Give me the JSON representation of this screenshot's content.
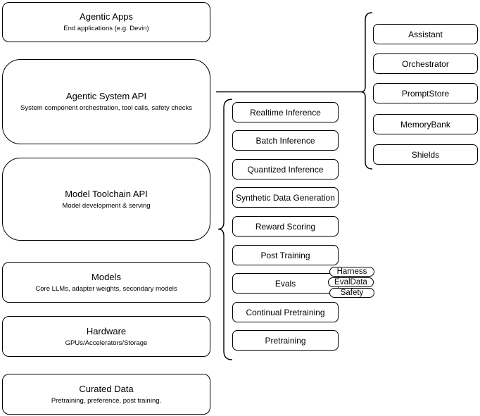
{
  "diagram": {
    "stack": [
      {
        "title": "Agentic Apps",
        "subtitle": "End applications (e.g. Devin)"
      },
      {
        "title": "Agentic System API",
        "subtitle": "System component orchestration, tool calls, safety checks"
      },
      {
        "title": "Model Toolchain API",
        "subtitle": "Model development & serving"
      },
      {
        "title": "Models",
        "subtitle": "Core LLMs, adapter weights, secondary models"
      },
      {
        "title": "Hardware",
        "subtitle": "GPUs/Accelerators/Storage"
      },
      {
        "title": "Curated Data",
        "subtitle": "Pretraining, preference, post training."
      }
    ],
    "toolchain": {
      "items": [
        "Realtime Inference",
        "Batch Inference",
        "Quantized Inference",
        "Synthetic Data Generation",
        "Reward Scoring",
        "Post Training",
        "Evals",
        "Continual Pretraining",
        "Pretraining"
      ]
    },
    "evals_tags": [
      "Harness",
      "EvalData",
      "Safety"
    ],
    "system_components": [
      "Assistant",
      "Orchestrator",
      "PromptStore",
      "MemoryBank",
      "Shields"
    ],
    "colors": {
      "stroke": "#000000",
      "fill": "#ffffff",
      "text": "#000000",
      "background": "#ffffff"
    }
  }
}
